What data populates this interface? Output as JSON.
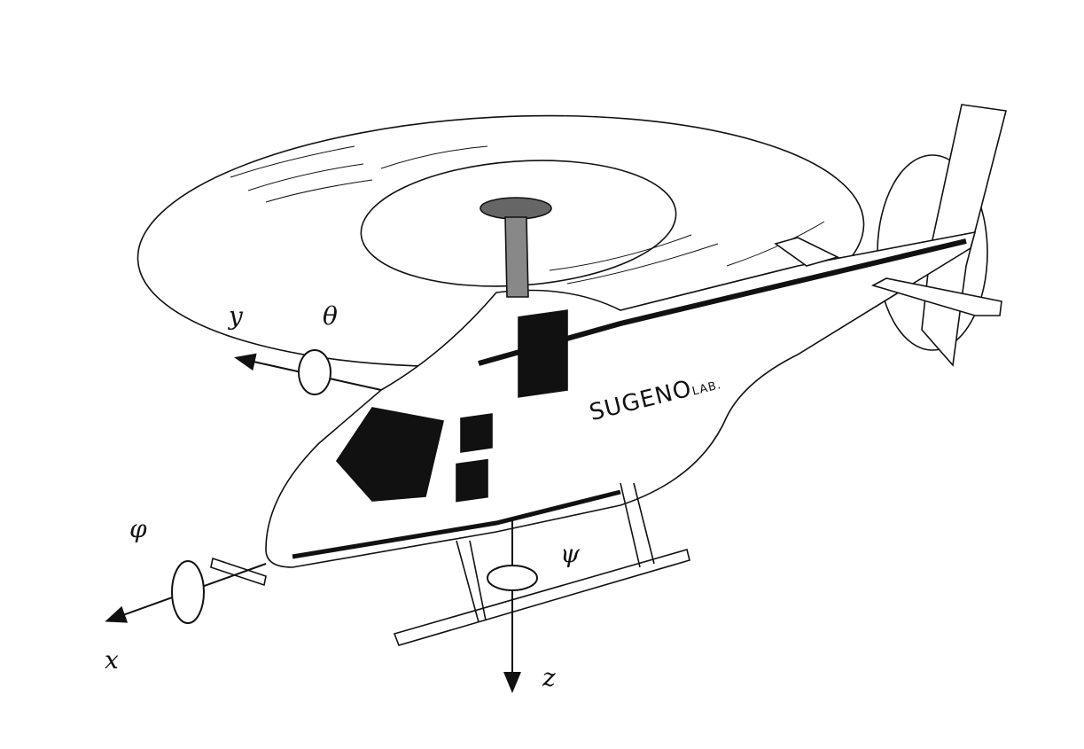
{
  "diagram": {
    "subject": "helicopter",
    "fuselage_text": "SUGENO",
    "fuselage_text_suffix": "LAB.",
    "axes": {
      "x": "x",
      "y": "y",
      "z": "z",
      "roll": "φ",
      "pitch": "θ",
      "yaw": "ψ"
    }
  }
}
